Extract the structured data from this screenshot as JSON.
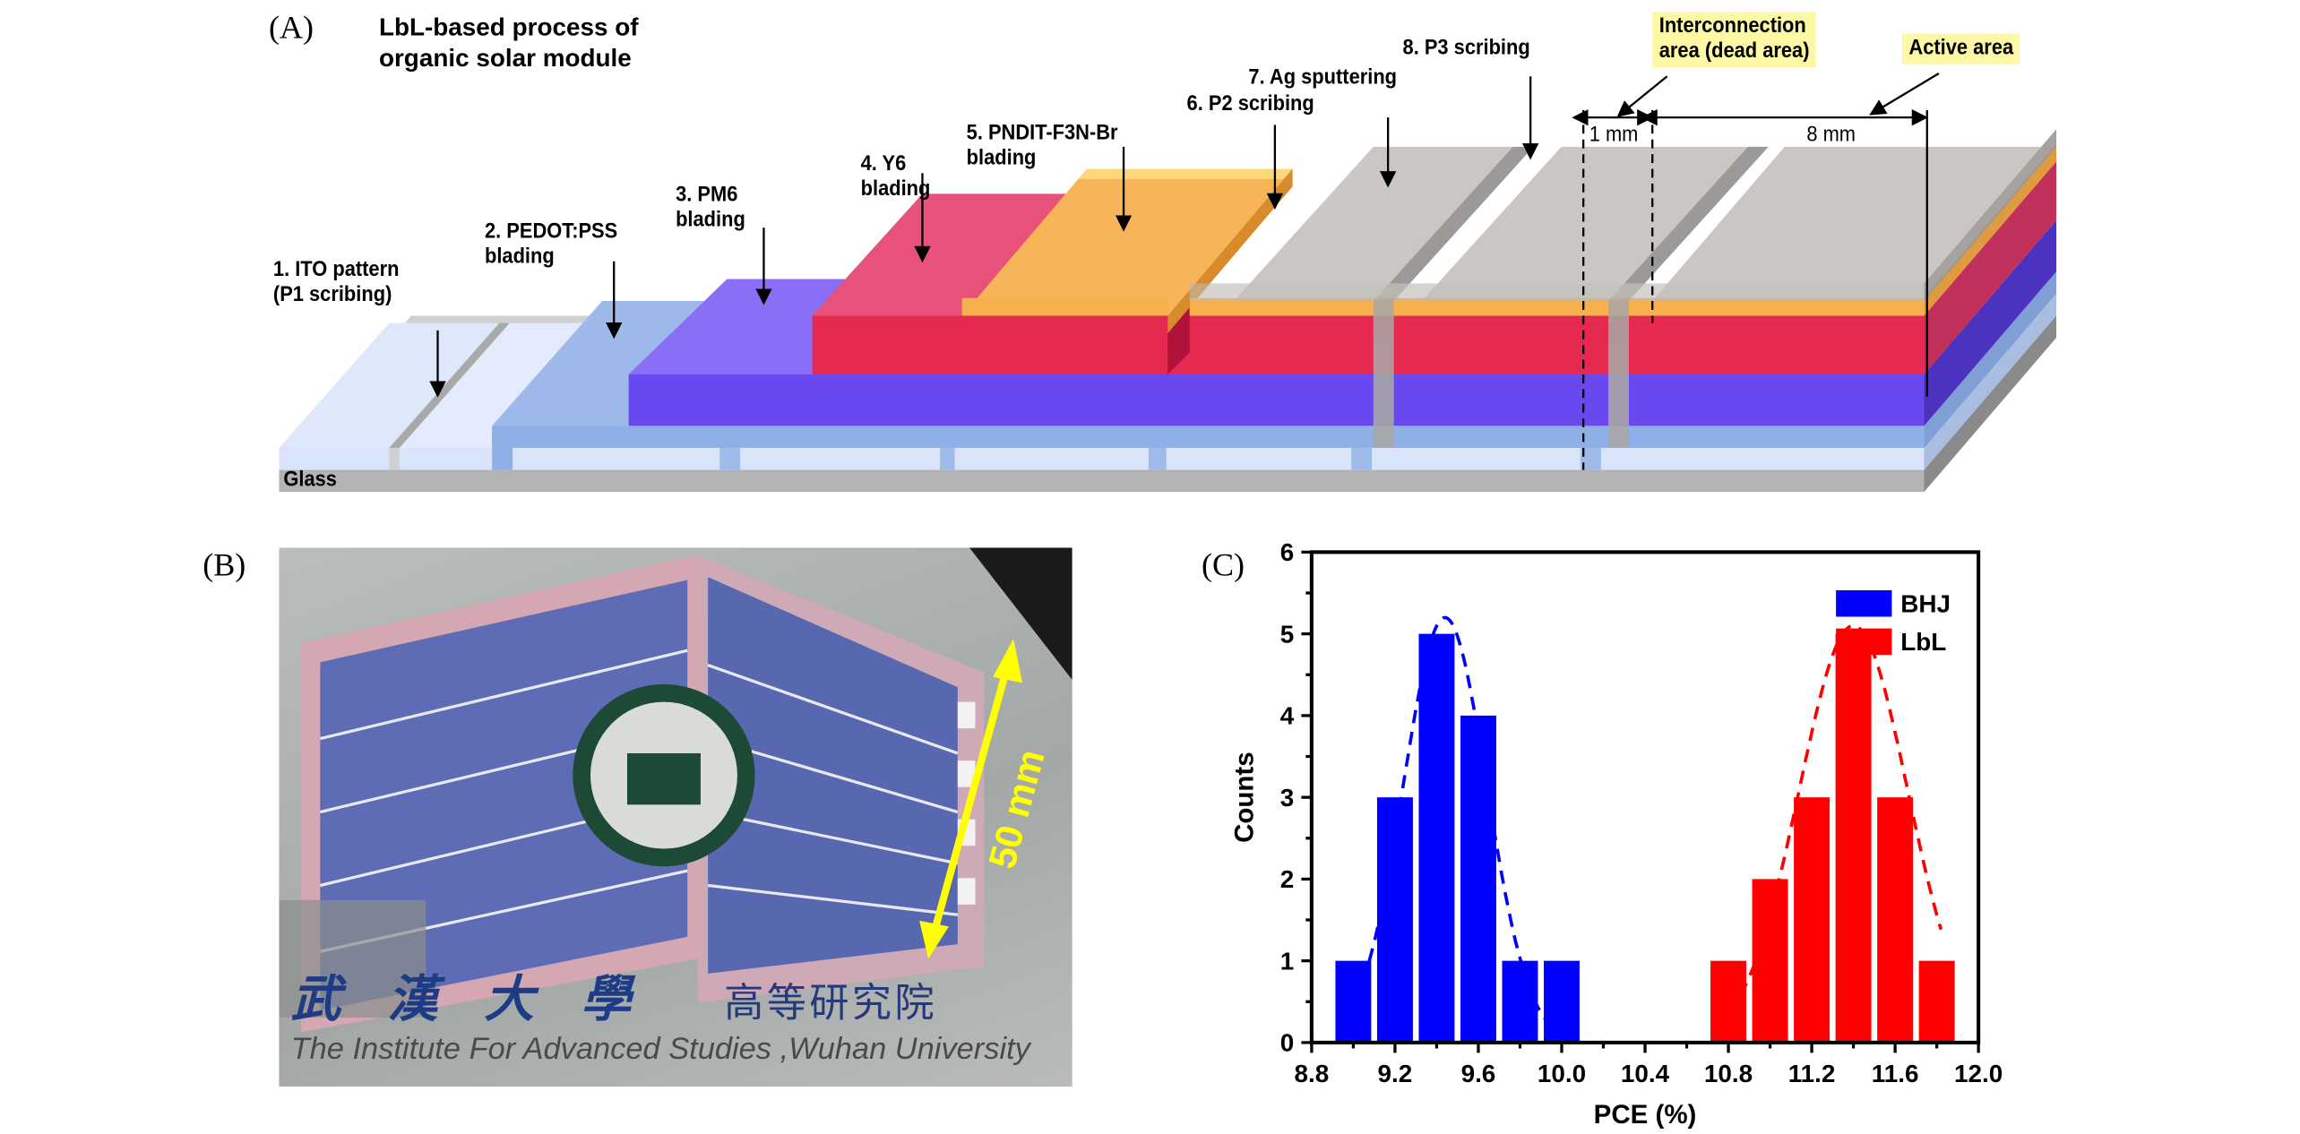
{
  "panels": {
    "a": {
      "letter": "(A)",
      "title_line1": "LbL-based process of",
      "title_line2": "organic solar module",
      "steps": [
        {
          "line1": "1. ITO pattern",
          "line2": "(P1 scribing)"
        },
        {
          "line1": "2. PEDOT:PSS",
          "line2": "blading"
        },
        {
          "line1": "3. PM6",
          "line2": "blading"
        },
        {
          "line1": "4. Y6",
          "line2": "blading"
        },
        {
          "line1": "5. PNDIT-F3N-Br",
          "line2": "blading"
        },
        {
          "line1": "6. P2 scribing"
        },
        {
          "line1": "7. Ag sputtering"
        },
        {
          "line1": "8. P3 scribing"
        }
      ],
      "interconnection_line1": "Interconnection",
      "interconnection_line2": "area (dead area)",
      "active_area": "Active area",
      "dim_dead": "1 mm",
      "dim_active": "8 mm",
      "substrate": "Glass",
      "colors": {
        "glass": "#b3b3b3",
        "ito": "#d9e4fb",
        "pedot": "#8fb0e6",
        "pm6": "#6a48f0",
        "y6": "#e5294f",
        "pndit": "#f7b04e",
        "ag": "#bdb8b4",
        "highlight": "#fdf8a6"
      }
    },
    "b": {
      "letter": "(B)",
      "scale_label": "50 mm",
      "chinese_name": "武 漢 大 學",
      "chinese_institute": "高等研究院",
      "english_caption": "The Institute For Advanced Studies ,Wuhan University"
    },
    "c": {
      "letter": "(C)"
    }
  },
  "chart_data": {
    "type": "bar",
    "title": "",
    "xlabel": "PCE (%)",
    "ylabel": "Counts",
    "xlim": [
      8.8,
      12.0
    ],
    "ylim": [
      0,
      6
    ],
    "xticks": [
      "8.8",
      "9.2",
      "9.6",
      "10.0",
      "10.4",
      "10.8",
      "11.2",
      "11.6",
      "12.0"
    ],
    "yticks": [
      "0",
      "1",
      "2",
      "3",
      "4",
      "5",
      "6"
    ],
    "bin_width": 0.2,
    "legend_position": "top-right",
    "grid": false,
    "series": [
      {
        "name": "BHJ",
        "color": "#0000ff",
        "x": [
          9.0,
          9.2,
          9.4,
          9.6,
          9.8,
          10.0
        ],
        "values": [
          1,
          3,
          5,
          4,
          1,
          1
        ],
        "fit": {
          "type": "gaussian-dashed",
          "mean": 9.44,
          "peak": 5.2,
          "sigma": 0.2,
          "range": [
            8.95,
            9.92
          ]
        }
      },
      {
        "name": "LbL",
        "color": "#ff0000",
        "x": [
          10.8,
          11.0,
          11.2,
          11.4,
          11.6,
          11.8
        ],
        "values": [
          1,
          2,
          3,
          5,
          3,
          1
        ],
        "fit": {
          "type": "gaussian-dashed",
          "mean": 11.4,
          "peak": 5.1,
          "sigma": 0.26,
          "range": [
            10.8,
            11.82
          ]
        }
      }
    ]
  }
}
